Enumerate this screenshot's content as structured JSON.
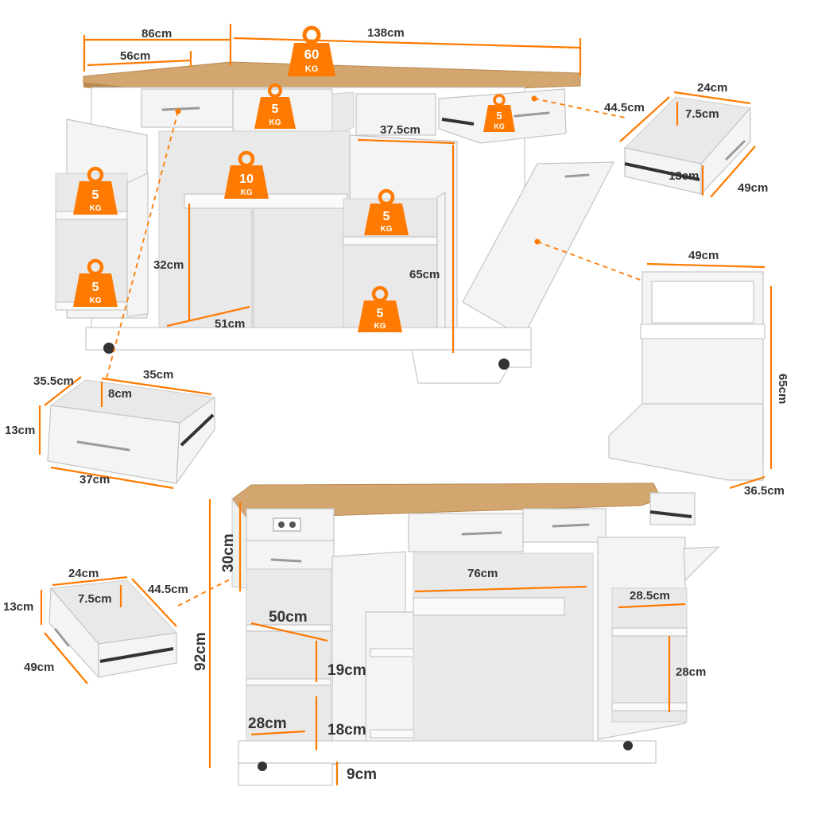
{
  "top_island": {
    "width_extended": "138cm",
    "width_left": "86cm",
    "width_left_inner": "56cm",
    "top_load": "60",
    "top_load_unit": "KG",
    "drawer_load_1": "5",
    "drawer_load_2": "5",
    "cabinet_shelf_load": "10",
    "left_door_rack_load_top": "5",
    "left_door_rack_load_bottom": "5",
    "right_door_rack_load_top": "5",
    "right_door_rack_load_bottom": "5",
    "load_unit": "KG",
    "cabinet_inner_height": "32cm",
    "cabinet_inner_width": "51cm",
    "right_cabinet_width": "37.5cm",
    "right_cabinet_height": "65cm"
  },
  "trash_drawer": {
    "width": "24cm",
    "depth": "44.5cm",
    "inner_height": "7.5cm",
    "height": "13cm",
    "length": "49cm"
  },
  "trash_door": {
    "width": "49cm",
    "height": "65cm",
    "depth": "36.5cm"
  },
  "left_drawer": {
    "outer_depth": "35.5cm",
    "width": "35cm",
    "inner_height": "8cm",
    "height": "13cm",
    "length": "37cm"
  },
  "small_drawer": {
    "width": "24cm",
    "depth": "44.5cm",
    "inner_height": "7.5cm",
    "height": "13cm",
    "length": "49cm"
  },
  "bottom_island": {
    "drop_leaf": "30cm",
    "total_height": "92cm",
    "open_shelf_width": "50cm",
    "shelf_height_upper": "19cm",
    "shelf_height_lower": "18cm",
    "shelf_depth": "28cm",
    "base_height": "9cm",
    "cabinet_width": "76cm",
    "rack_width": "28.5cm",
    "rack_height": "28cm"
  }
}
